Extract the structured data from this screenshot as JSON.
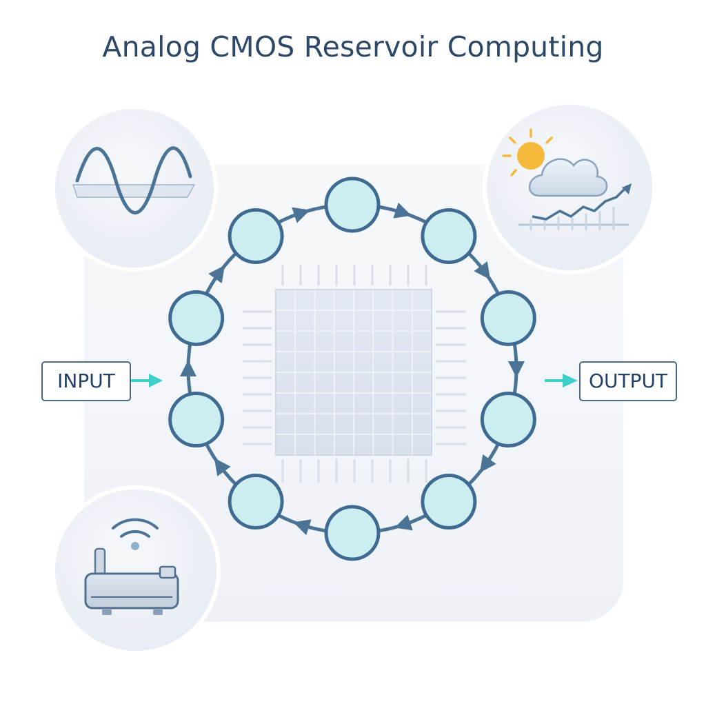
{
  "title": "Analog CMOS Reservoir Computing",
  "input_label": "INPUT",
  "output_label": "OUTPUT",
  "icons": {
    "top_left": "sine-wave-icon",
    "top_right": "weather-forecast-chart-icon",
    "bottom_left": "wireless-router-icon",
    "center": "cmos-chip-grid-icon"
  },
  "colors": {
    "node_fill": "#cdeef0",
    "node_stroke": "#3f6b92",
    "ring_stroke": "#4a7396",
    "io_arrow": "#3fcfc9",
    "title": "#2e4868"
  },
  "reservoir": {
    "node_count": 10
  }
}
